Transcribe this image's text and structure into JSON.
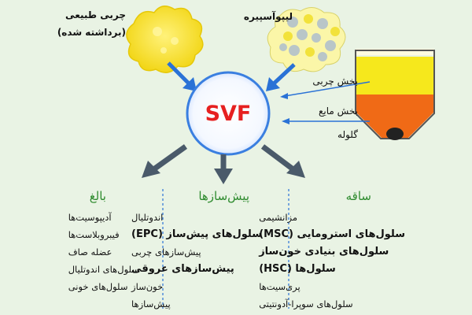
{
  "top_left_label_line1": "چربی طبیعی",
  "top_left_label_line2": "(برداشته شده)",
  "top_right_label": "لیپوآسپیره",
  "center": "SVF",
  "tube": {
    "fat_label": "بخش چربی",
    "liquid_label": "بخش مایع",
    "pellet_label": "گلوله",
    "colors": {
      "fat": "#f6e81c",
      "liquid": "#f06a16",
      "pellet": "#222222"
    }
  },
  "columns": [
    {
      "heading": "بالغ",
      "items": [
        "آدیپوسیت‌ها",
        "فیبروبلاست‌ها",
        "عضله صاف",
        "سلول‌های اندوتلیال",
        "سلول‌های خونی"
      ]
    },
    {
      "heading": "پیش‌سازها",
      "items": [
        "اندوتلیال",
        "سلول‌های پیش‌ساز (EPC)",
        "پیش‌سازهای چربی",
        "پیش‌سازهای عروقی",
        "خون‌ساز",
        "پیش‌سازها"
      ]
    },
    {
      "heading": "ساقه",
      "items": [
        "مزانشیمی",
        "سلول‌های استرومایی (MSC)",
        "سلول‌های بنیادی خون‌ساز",
        "سلول‌ها (HSC)",
        "پری‌سیت‌ها",
        "سلول‌های سوپرا-آدونتیتی"
      ]
    }
  ],
  "colors": {
    "background": "#e9f3e4",
    "heading": "#2e8b2e",
    "svf_text": "#e62020",
    "svf_ring": "#3a7fe0",
    "arrow_blue": "#2a72d6",
    "arrow_gray": "#4a5a6a"
  }
}
